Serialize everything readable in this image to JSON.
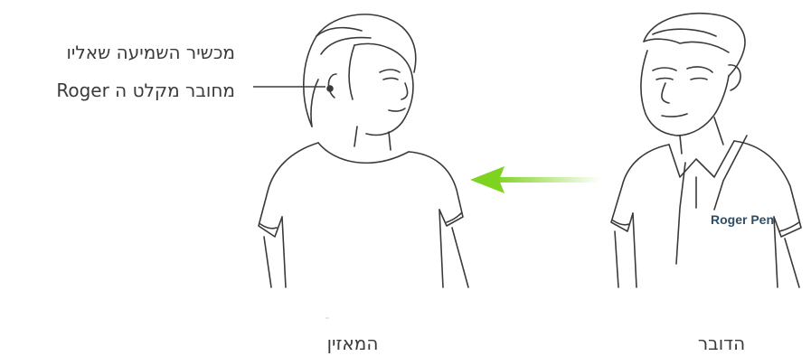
{
  "callout": {
    "line1": "מכשיר השמיעה שאליו",
    "line2": "מחובר מקלט ה Roger"
  },
  "listener": {
    "label": "המאזין"
  },
  "speaker": {
    "label": "הדובר",
    "device_label": "Roger Pen"
  },
  "colors": {
    "arrow": "#7ed321",
    "ink": "#3a3a3a",
    "device_text": "#2d4e66"
  }
}
